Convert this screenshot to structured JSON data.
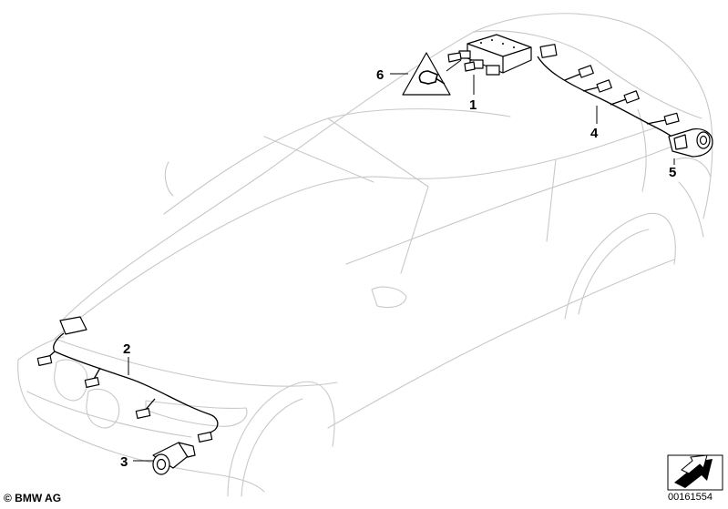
{
  "callouts": [
    {
      "id": "1",
      "label": "1"
    },
    {
      "id": "2",
      "label": "2"
    },
    {
      "id": "3",
      "label": "3"
    },
    {
      "id": "4",
      "label": "4"
    },
    {
      "id": "5",
      "label": "5"
    },
    {
      "id": "6",
      "label": "6"
    }
  ],
  "footer": {
    "copyright": "© BMW AG",
    "part_number": "00161554"
  },
  "icons": {
    "warning_sign": "plug-warning-triangle-icon",
    "orientation": "direction-arrow-icon"
  },
  "colors": {
    "car_outline": "#c8c8c8",
    "parts": "#000000",
    "background": "#ffffff"
  }
}
